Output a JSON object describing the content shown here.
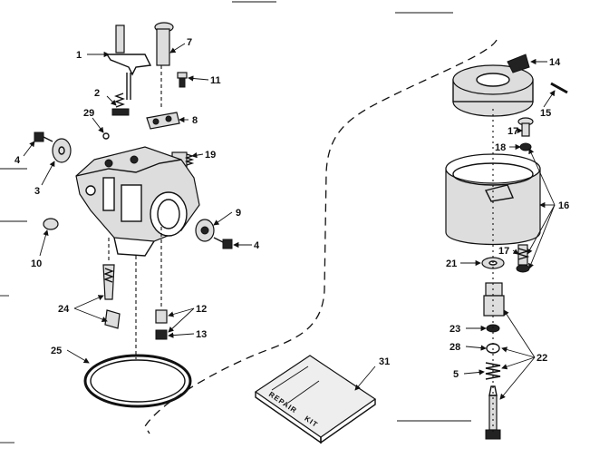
{
  "labels": {
    "l1": "1",
    "l7": "7",
    "l11": "11",
    "l2": "2",
    "l29": "29",
    "l8": "8",
    "l4a": "4",
    "l19": "19",
    "l3": "3",
    "l9": "9",
    "l10": "10",
    "l4b": "4",
    "l24": "24",
    "l12": "12",
    "l13": "13",
    "l25": "25",
    "l14": "14",
    "l15": "15",
    "l17a": "17",
    "l18": "18",
    "l16": "16",
    "l17b": "17",
    "l21": "21",
    "l23": "23",
    "l22": "22",
    "l28": "28",
    "l5": "5",
    "l31": "31"
  },
  "repair_kit": {
    "line1": "REPAIR",
    "line2": "KIT"
  },
  "arrow_icons": [
    "arrow-icon"
  ]
}
